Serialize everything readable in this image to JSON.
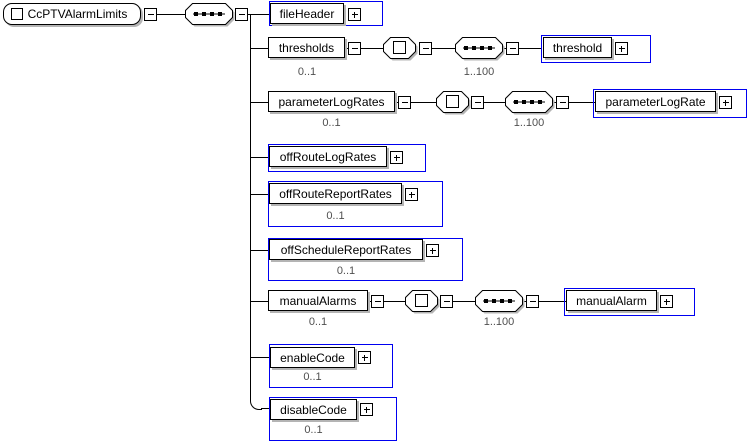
{
  "window": {
    "background": "#ffffff"
  },
  "colors": {
    "selection_outline": "#0000f0",
    "connector": "#000000",
    "box_shadow": "#b4b4b4",
    "cardinality_text": "#4f4f4f",
    "box_fill": "#ffffff"
  },
  "icons": {
    "root_marker": "element-icon",
    "compositor": "sequence-compositor-icon",
    "complex_type": "complex-type-icon",
    "collapse": "minus-box-icon",
    "expand": "plus-box-icon"
  },
  "root": {
    "label": "CcPTVAlarmLimits"
  },
  "rows": [
    {
      "name": "fileHeader"
    },
    {
      "name": "thresholds",
      "cardinality": "0..1",
      "child": {
        "name": "threshold",
        "occurs": "1..100"
      }
    },
    {
      "name": "parameterLogRates",
      "cardinality": "0..1",
      "child": {
        "name": "parameterLogRate",
        "occurs": "1..100"
      }
    },
    {
      "name": "offRouteLogRates"
    },
    {
      "name": "offRouteReportRates",
      "cardinality": "0..1"
    },
    {
      "name": "offScheduleReportRates",
      "cardinality": "0..1"
    },
    {
      "name": "manualAlarms",
      "cardinality": "0..1",
      "child": {
        "name": "manualAlarm",
        "occurs": "1..100"
      }
    },
    {
      "name": "enableCode",
      "cardinality": "0..1"
    },
    {
      "name": "disableCode",
      "cardinality": "0..1"
    }
  ]
}
